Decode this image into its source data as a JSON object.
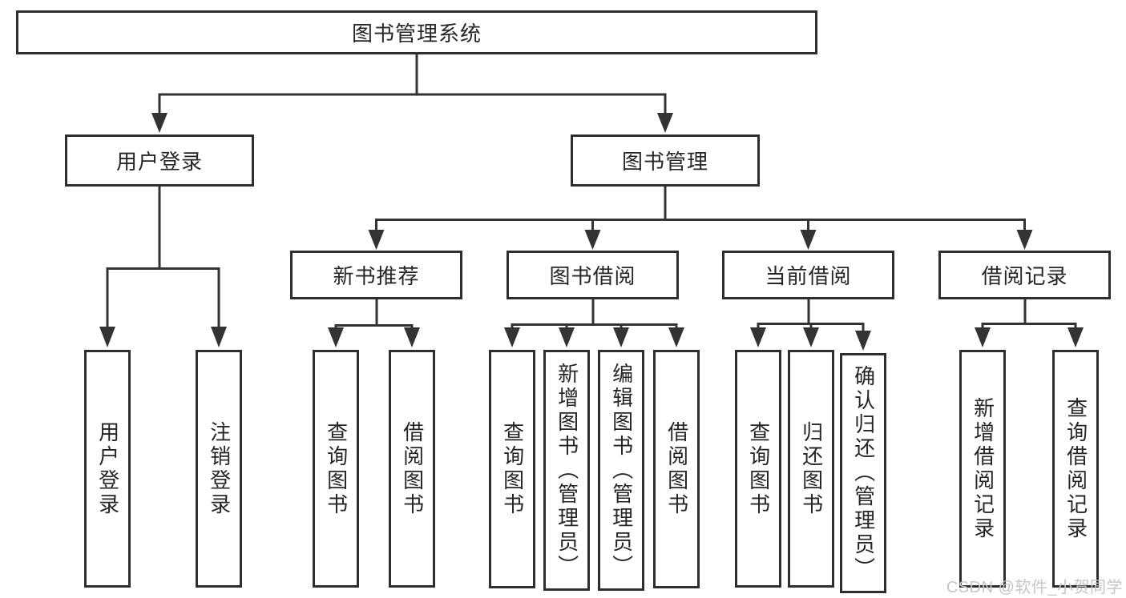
{
  "diagram": {
    "root": "图书管理系统",
    "branches": [
      {
        "label": "用户登录",
        "leaves": [
          "用户登录",
          "注销登录"
        ]
      },
      {
        "label": "图书管理",
        "groups": [
          {
            "label": "新书推荐",
            "leaves": [
              "查询图书",
              "借阅图书"
            ]
          },
          {
            "label": "图书借阅",
            "leaves": [
              "查询图书",
              "新增图书（管理员）",
              "编辑图书（管理员）",
              "借阅图书"
            ]
          },
          {
            "label": "当前借阅",
            "leaves": [
              "查询图书",
              "归还图书",
              "确认归还（管理员）"
            ]
          },
          {
            "label": "借阅记录",
            "leaves": [
              "新增借阅记录",
              "查询借阅记录"
            ]
          }
        ]
      }
    ]
  },
  "watermark": "CSDN @软件_小贺同学",
  "colors": {
    "line": "#333333",
    "box_border": "#2e2e2e",
    "text": "#262626",
    "background": "#ffffff",
    "watermark": "#c6c6c6"
  }
}
